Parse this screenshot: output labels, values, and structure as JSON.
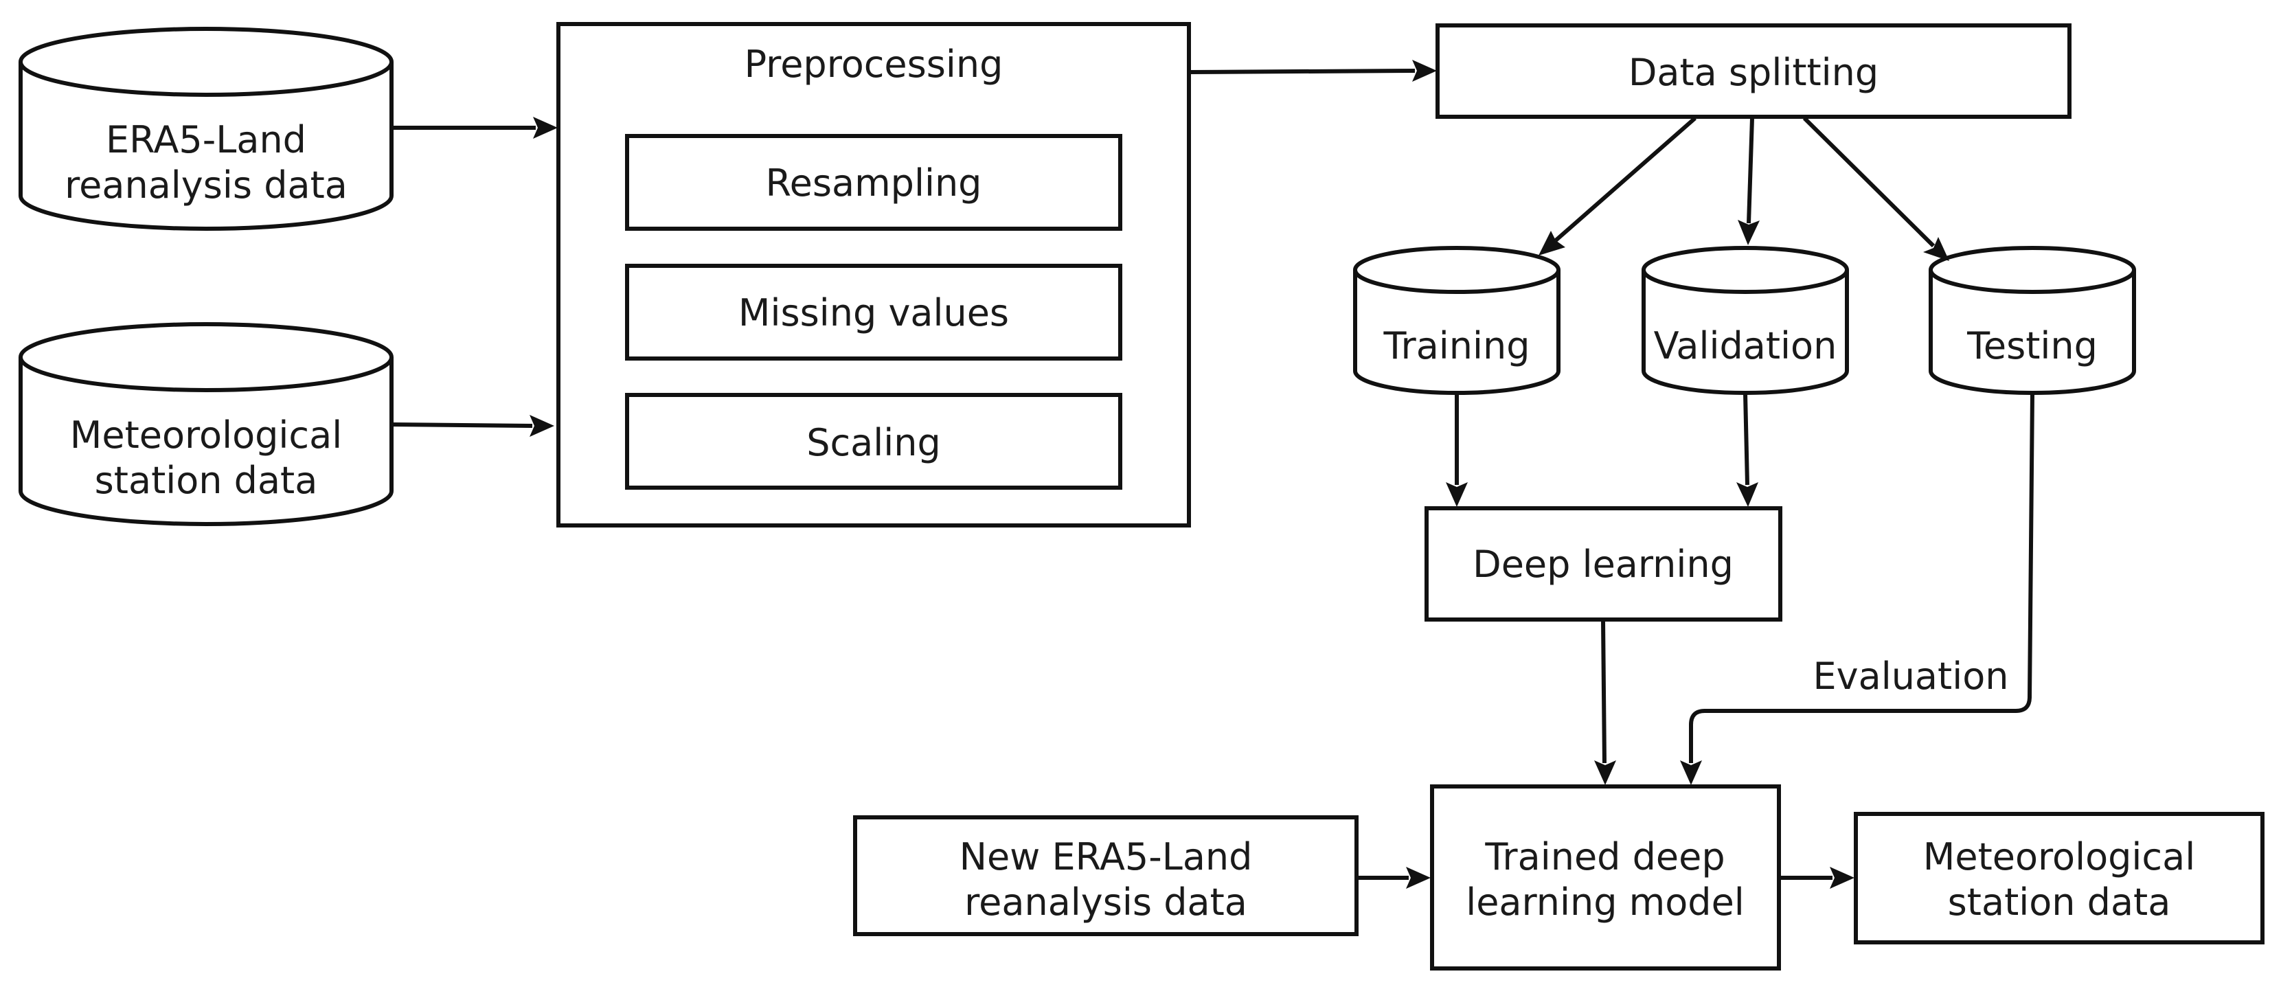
{
  "sources": {
    "era5": {
      "line1": "ERA5-Land",
      "line2": "reanalysis data"
    },
    "station": {
      "line1": "Meteorological",
      "line2": "station data"
    }
  },
  "preprocessing": {
    "title": "Preprocessing",
    "steps": [
      "Resampling",
      "Missing values",
      "Scaling"
    ]
  },
  "splitting": {
    "label": "Data splitting"
  },
  "datasets": {
    "training": "Training",
    "validation": "Validation",
    "testing": "Testing"
  },
  "deep_learning": {
    "label": "Deep learning"
  },
  "evaluation": {
    "label": "Evaluation"
  },
  "new_input": {
    "line1": "New ERA5-Land",
    "line2": "reanalysis data"
  },
  "trained_model": {
    "line1": "Trained deep",
    "line2": "learning model"
  },
  "output": {
    "line1": "Meteorological",
    "line2": "station data"
  }
}
